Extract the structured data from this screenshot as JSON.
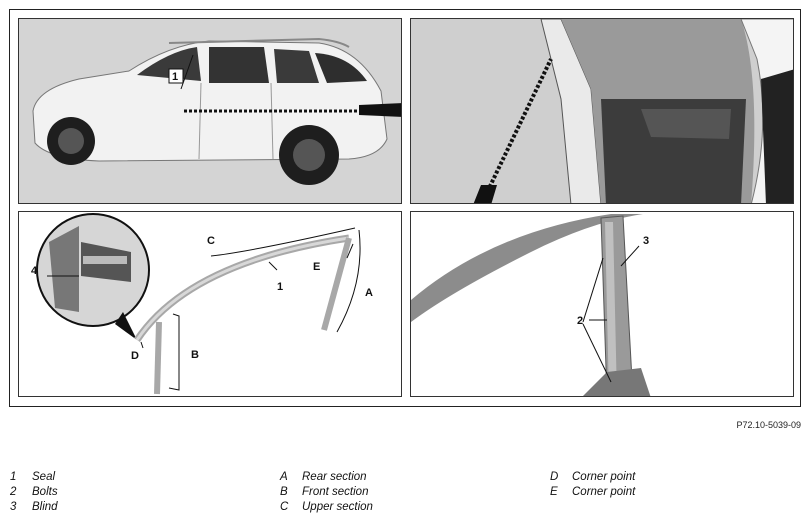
{
  "figure": {
    "reference": "P72.10-5039-09",
    "callouts": {
      "p1_num": "1",
      "p3_C": "C",
      "p3_E": "E",
      "p3_1": "1",
      "p3_A": "A",
      "p3_4": "4",
      "p3_D": "D",
      "p3_B": "B",
      "p4_3": "3",
      "p4_2": "2"
    }
  },
  "legend": {
    "col1": [
      {
        "key": "1",
        "label": "Seal"
      },
      {
        "key": "2",
        "label": "Bolts"
      },
      {
        "key": "3",
        "label": "Blind"
      }
    ],
    "col2": [
      {
        "key": "A",
        "label": "Rear section"
      },
      {
        "key": "B",
        "label": "Front section"
      },
      {
        "key": "C",
        "label": "Upper section"
      }
    ],
    "col3": [
      {
        "key": "D",
        "label": "Corner point"
      },
      {
        "key": "E",
        "label": "Corner point"
      }
    ]
  }
}
